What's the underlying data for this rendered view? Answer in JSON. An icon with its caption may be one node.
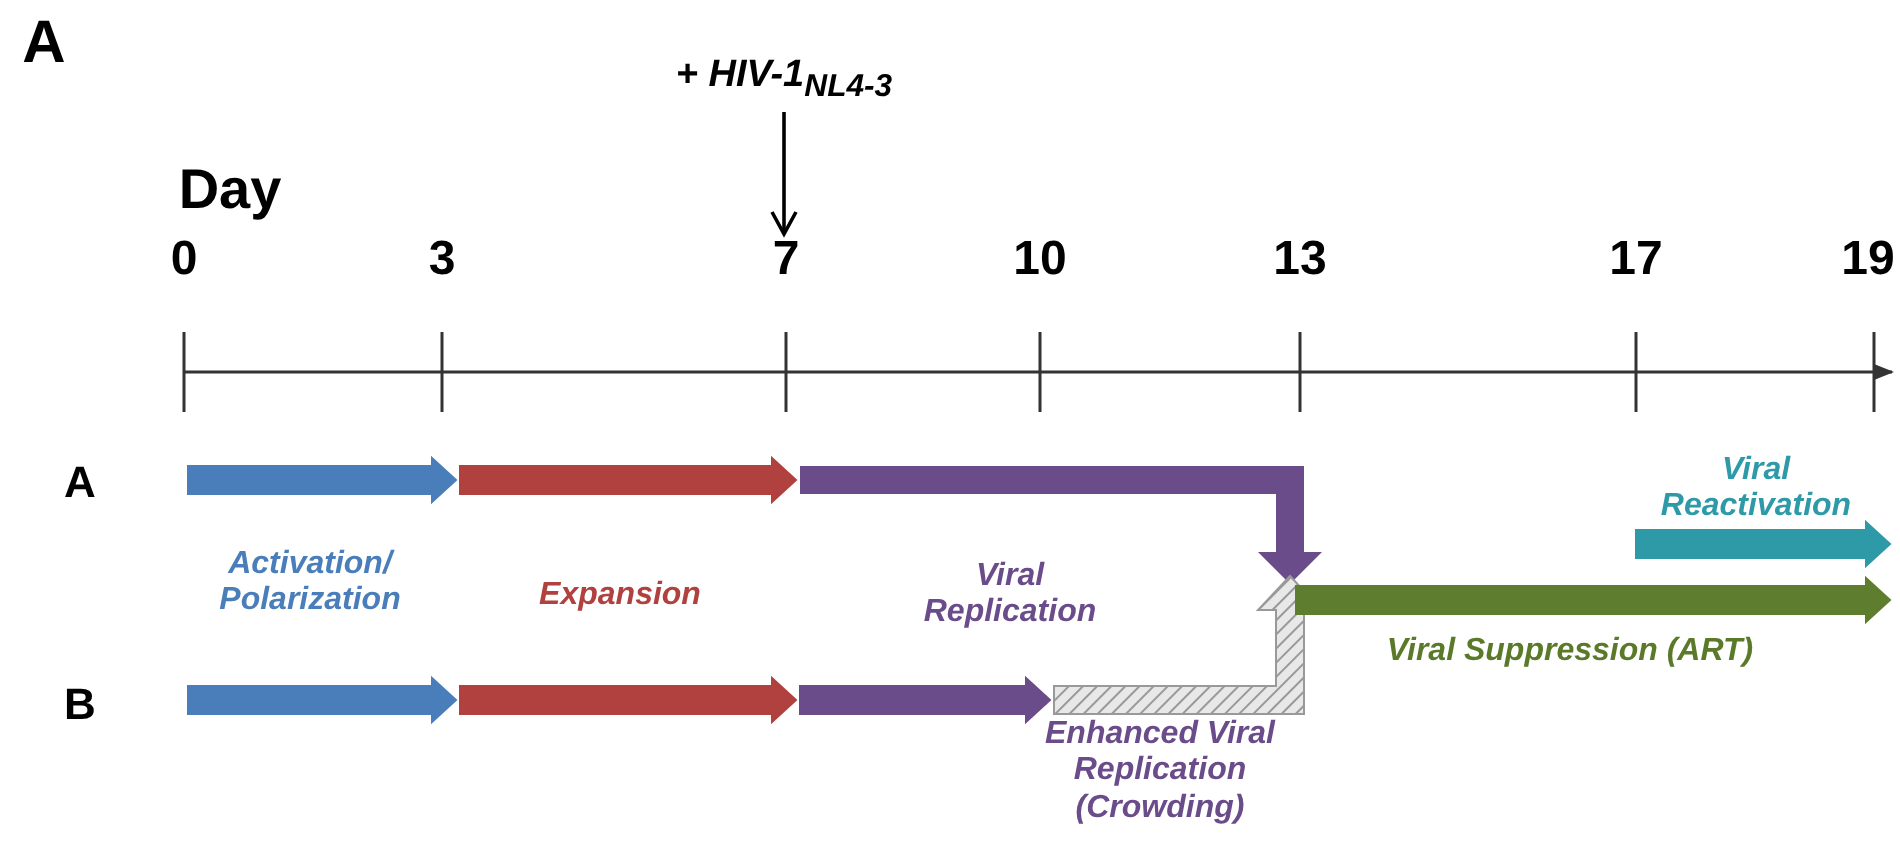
{
  "diagram": {
    "labels": [
      "A",
      "+ HIV-1$_{NL4-3}$",
      "Day",
      "0",
      "3",
      "7",
      "10",
      "13",
      "17",
      "19",
      "A",
      "Viral Reactivation",
      "Activation/ Polarization",
      "Expansion",
      "Viral Replication",
      "Viral Suppression (ART)",
      "B",
      "Enhanced Viral Replication (Crowding)"
    ]
  }
}
